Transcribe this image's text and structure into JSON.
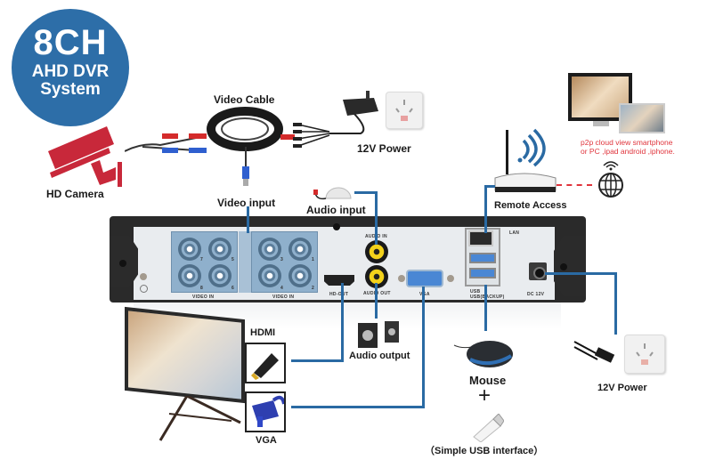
{
  "badge": {
    "line1": "8CH",
    "line2": "AHD DVR",
    "line3": "System",
    "color": "#2d6ea8"
  },
  "labels": {
    "video_cable": "Video Cable",
    "power_top": "12V Power",
    "hd_camera": "HD Camera",
    "video_input": "Video input",
    "audio_input": "Audio input",
    "remote_access": "Remote Access",
    "p2p_line1": "p2p cloud view smartphone",
    "p2p_line2": "or PC ,ipad android ,iphone.",
    "hdmi": "HDMI",
    "audio_output": "Audio output",
    "vga": "VGA",
    "mouse": "Mouse",
    "plus": "+",
    "usb_interface": "（Simple USB interface）",
    "power_bottom": "12V Power"
  },
  "dvr_panel": {
    "video_in_left": "VIDEO IN",
    "video_in_right": "VIDEO IN",
    "channels_left": [
      "7",
      "5",
      "8",
      "6"
    ],
    "channels_right": [
      "3",
      "1",
      "4",
      "2"
    ],
    "audio_in": "AUDIO IN",
    "audio_out": "AUDIO OUT",
    "hd_out": "HD-OUT",
    "vga": "VGA",
    "lan": "LAN",
    "usb": "USB",
    "usb_backup": "USB(BACKUP)",
    "dc": "DC 12V"
  },
  "colors": {
    "wire": "#2a6aa3",
    "p2p_text": "#e0343c",
    "camera": "#c8283a"
  }
}
